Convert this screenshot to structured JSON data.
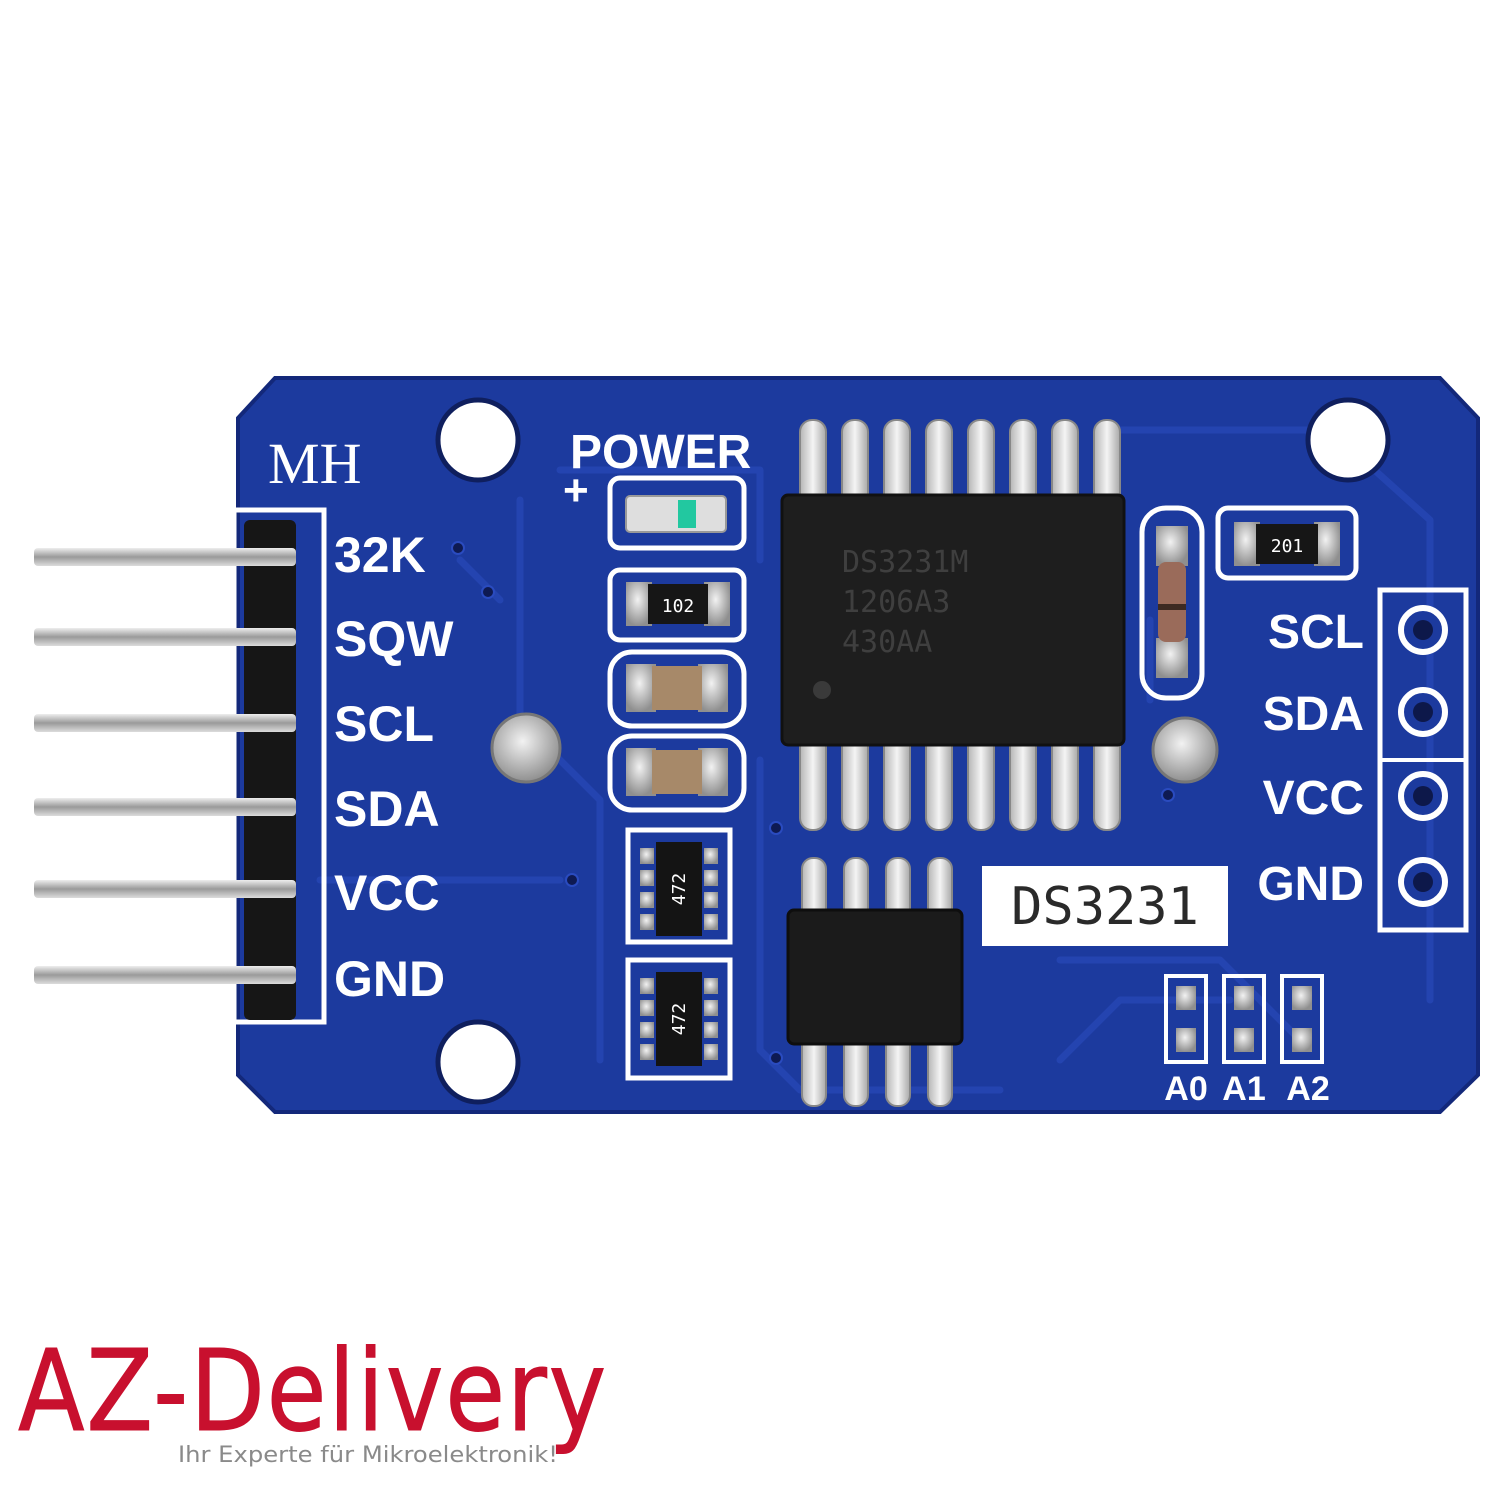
{
  "colors": {
    "pcb": "#1c3a9e",
    "pcb_edge": "#13287a",
    "silkscreen": "#ffffff",
    "chip": "#1e1e1e",
    "pin_metal": "#c9c9c9",
    "brand_red": "#c8102e",
    "brand_gray": "#8a8a8a"
  },
  "board": {
    "maker_mark": "MH",
    "power_label": "POWER",
    "power_plus": "+",
    "module_label": "DS3231",
    "left_header_pins": [
      "32K",
      "SQW",
      "SCL",
      "SDA",
      "VCC",
      "GND"
    ],
    "right_header_pins": [
      "SCL",
      "SDA",
      "VCC",
      "GND"
    ],
    "address_jumpers": [
      "A0",
      "A1",
      "A2"
    ],
    "rtc_chip_marking": [
      "DS3231M",
      "1206A3",
      "430AA"
    ],
    "resistor_codes": {
      "led_resistor": "102",
      "diode_resistor": "201",
      "network_top": "472",
      "network_bottom": "472"
    }
  },
  "brand": {
    "logo_text": "AZ-Delivery",
    "tagline": "Ihr Experte für Mikroelektronik!"
  }
}
